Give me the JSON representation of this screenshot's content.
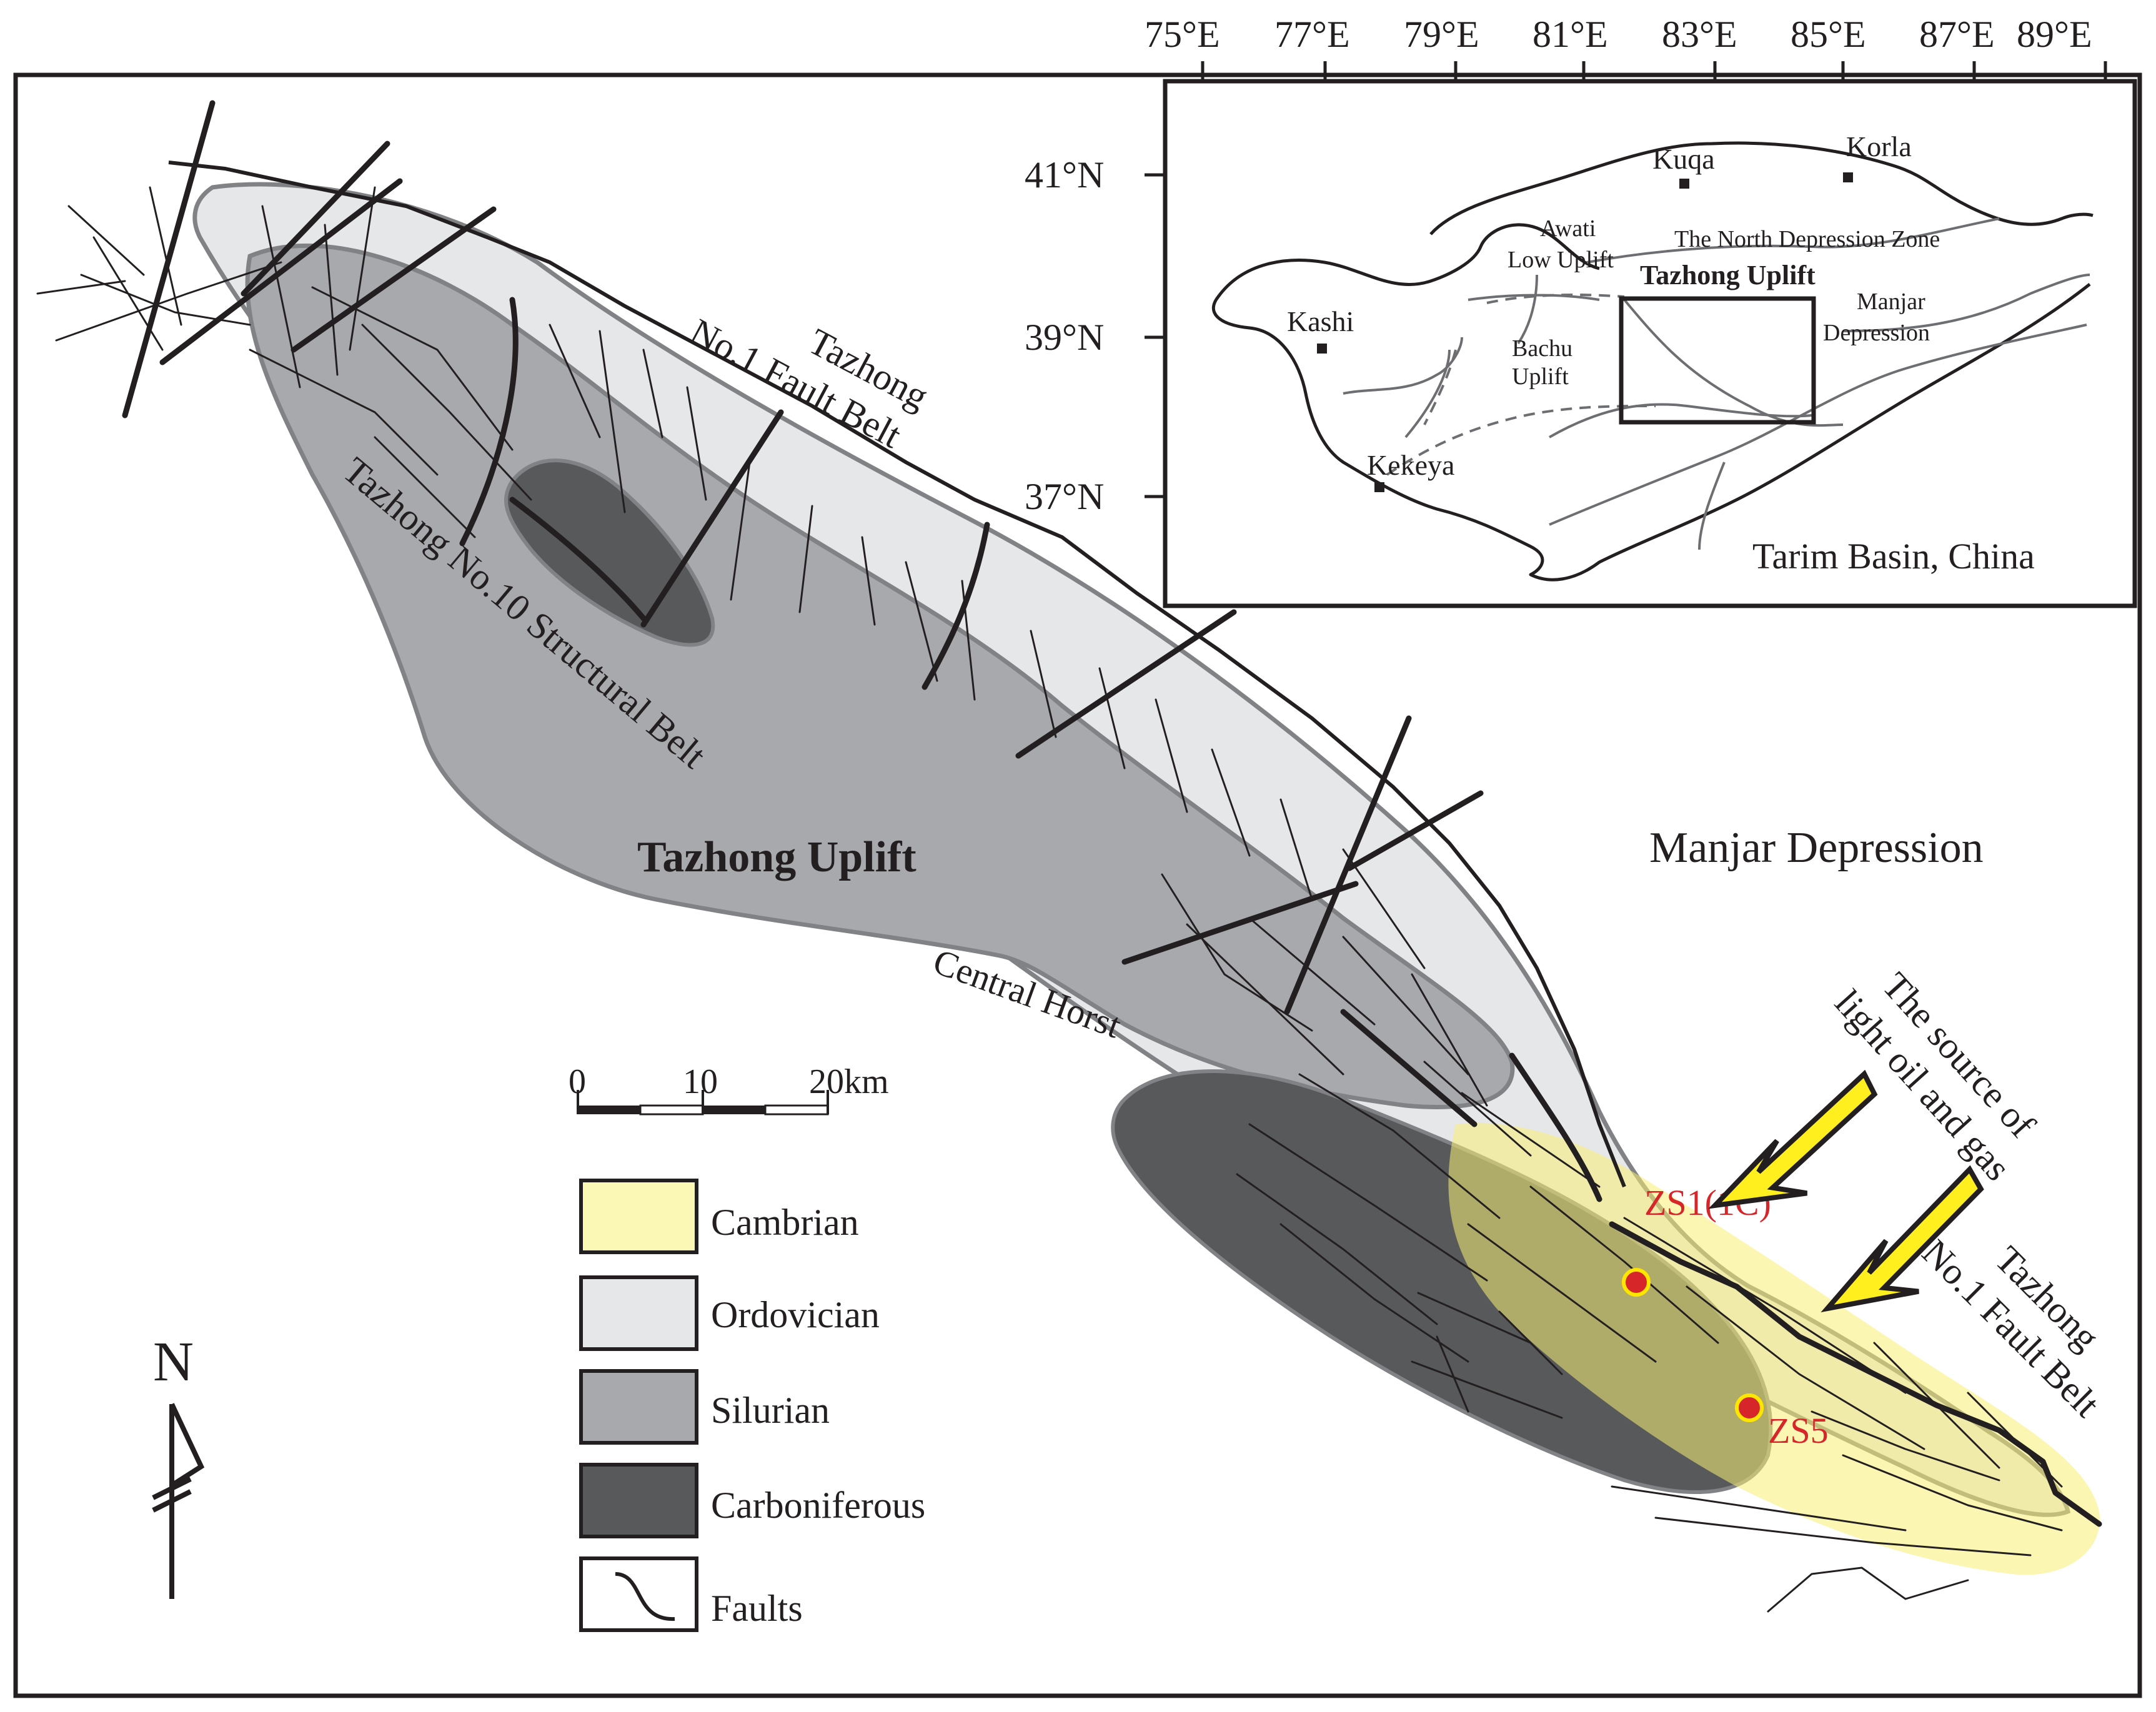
{
  "main_map": {
    "region_label": "Tazhong Uplift",
    "depression_label": "Manjar Depression",
    "fault_belt_top_line1": "Tazhong",
    "fault_belt_top_line2": "No.1 Fault Belt",
    "fault_belt_right_line1": "Tazhong",
    "fault_belt_right_line2": "No.1 Fault Belt",
    "structural_belt_label": "Tazhong No.10 Structural Belt",
    "central_horst_label": "Central Horst",
    "source_line1": "The source of",
    "source_line2": "light oil and gas",
    "wells": [
      {
        "name": "ZS1(1C)"
      },
      {
        "name": "ZS5"
      }
    ]
  },
  "scale_bar": {
    "ticks": [
      "0",
      "10",
      "20km"
    ]
  },
  "north_arrow": {
    "label": "N"
  },
  "legend": {
    "items": [
      {
        "label": "Cambrian",
        "color": "#fbf7b4"
      },
      {
        "label": "Ordovician",
        "color": "#e6e7e8"
      },
      {
        "label": "Silurian",
        "color": "#a7a9ac"
      },
      {
        "label": "Carboniferous",
        "color": "#58595b"
      },
      {
        "label": "Faults",
        "symbol": "fault-line-icon"
      }
    ]
  },
  "inset": {
    "longitudes": [
      "75°E",
      "77°E",
      "79°E",
      "81°E",
      "83°E",
      "85°E",
      "87°E",
      "89°E"
    ],
    "latitudes": [
      "41°N",
      "39°N",
      "37°N"
    ],
    "caption": "Tarim Basin, China",
    "cities": [
      "Kuqa",
      "Korla",
      "Kashi",
      "Kekeya"
    ],
    "labels": {
      "awati_1": "Awati",
      "awati_2": "Low Uplift",
      "north_depression": "The North Depression Zone",
      "tazhong": "Tazhong Uplift",
      "manjar_1": "Manjar",
      "manjar_2": "Depression",
      "bachu_1": "Bachu",
      "bachu_2": "Uplift"
    }
  },
  "colors": {
    "cambrian_fill": "#fbf7b4",
    "ordovician_fill": "#e6e7e8",
    "silurian_fill": "#a7a9ac",
    "carboniferous_fill": "#58595b",
    "overlap_fill": "#8c8534",
    "arrow_fill": "#ffef1f",
    "well_fill": "#d7262a",
    "well_ring": "#ffe600"
  }
}
